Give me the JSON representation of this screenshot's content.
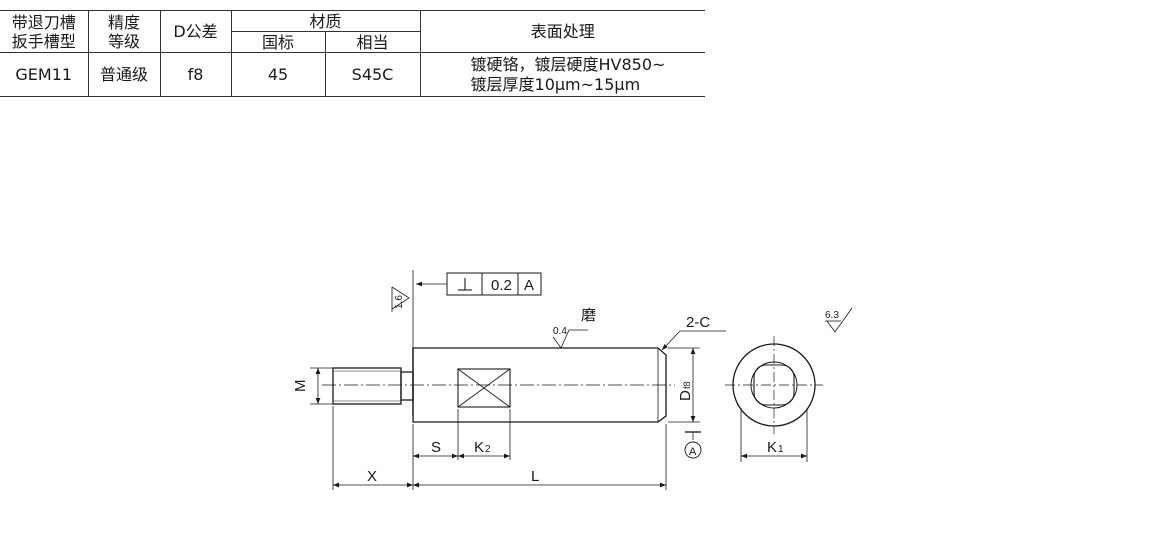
{
  "table": {
    "headers": {
      "col1": [
        "带退刀槽",
        "扳手槽型"
      ],
      "col2": [
        "精度",
        "等级"
      ],
      "col3": "D公差",
      "material": "材质",
      "material_sub": [
        "国标",
        "相当"
      ],
      "treatment": "表面处理"
    },
    "row": {
      "code": "GEM11",
      "grade": "普通级",
      "tolerance": "f8",
      "gb": "45",
      "equiv": "S45C",
      "treatment": [
        "镀硬铬，镀层硬度HV850~",
        "镀层厚度10μm~15μm"
      ]
    }
  },
  "drawing": {
    "fcf_tolerance": "0.2",
    "fcf_datum": "A",
    "roughness_left": "1.6",
    "roughness_grind": "0.4",
    "grind_label": "磨",
    "chamfer": "2-C",
    "roughness_right": "6.3",
    "dim_M": "M",
    "dim_D": "D",
    "dim_D_sub": "f8",
    "datum_A": "A",
    "dim_S": "S",
    "dim_K2": "K",
    "dim_K2_sub": "2",
    "dim_X": "X",
    "dim_L": "L",
    "dim_K1": "K",
    "dim_K1_sub": "1"
  }
}
